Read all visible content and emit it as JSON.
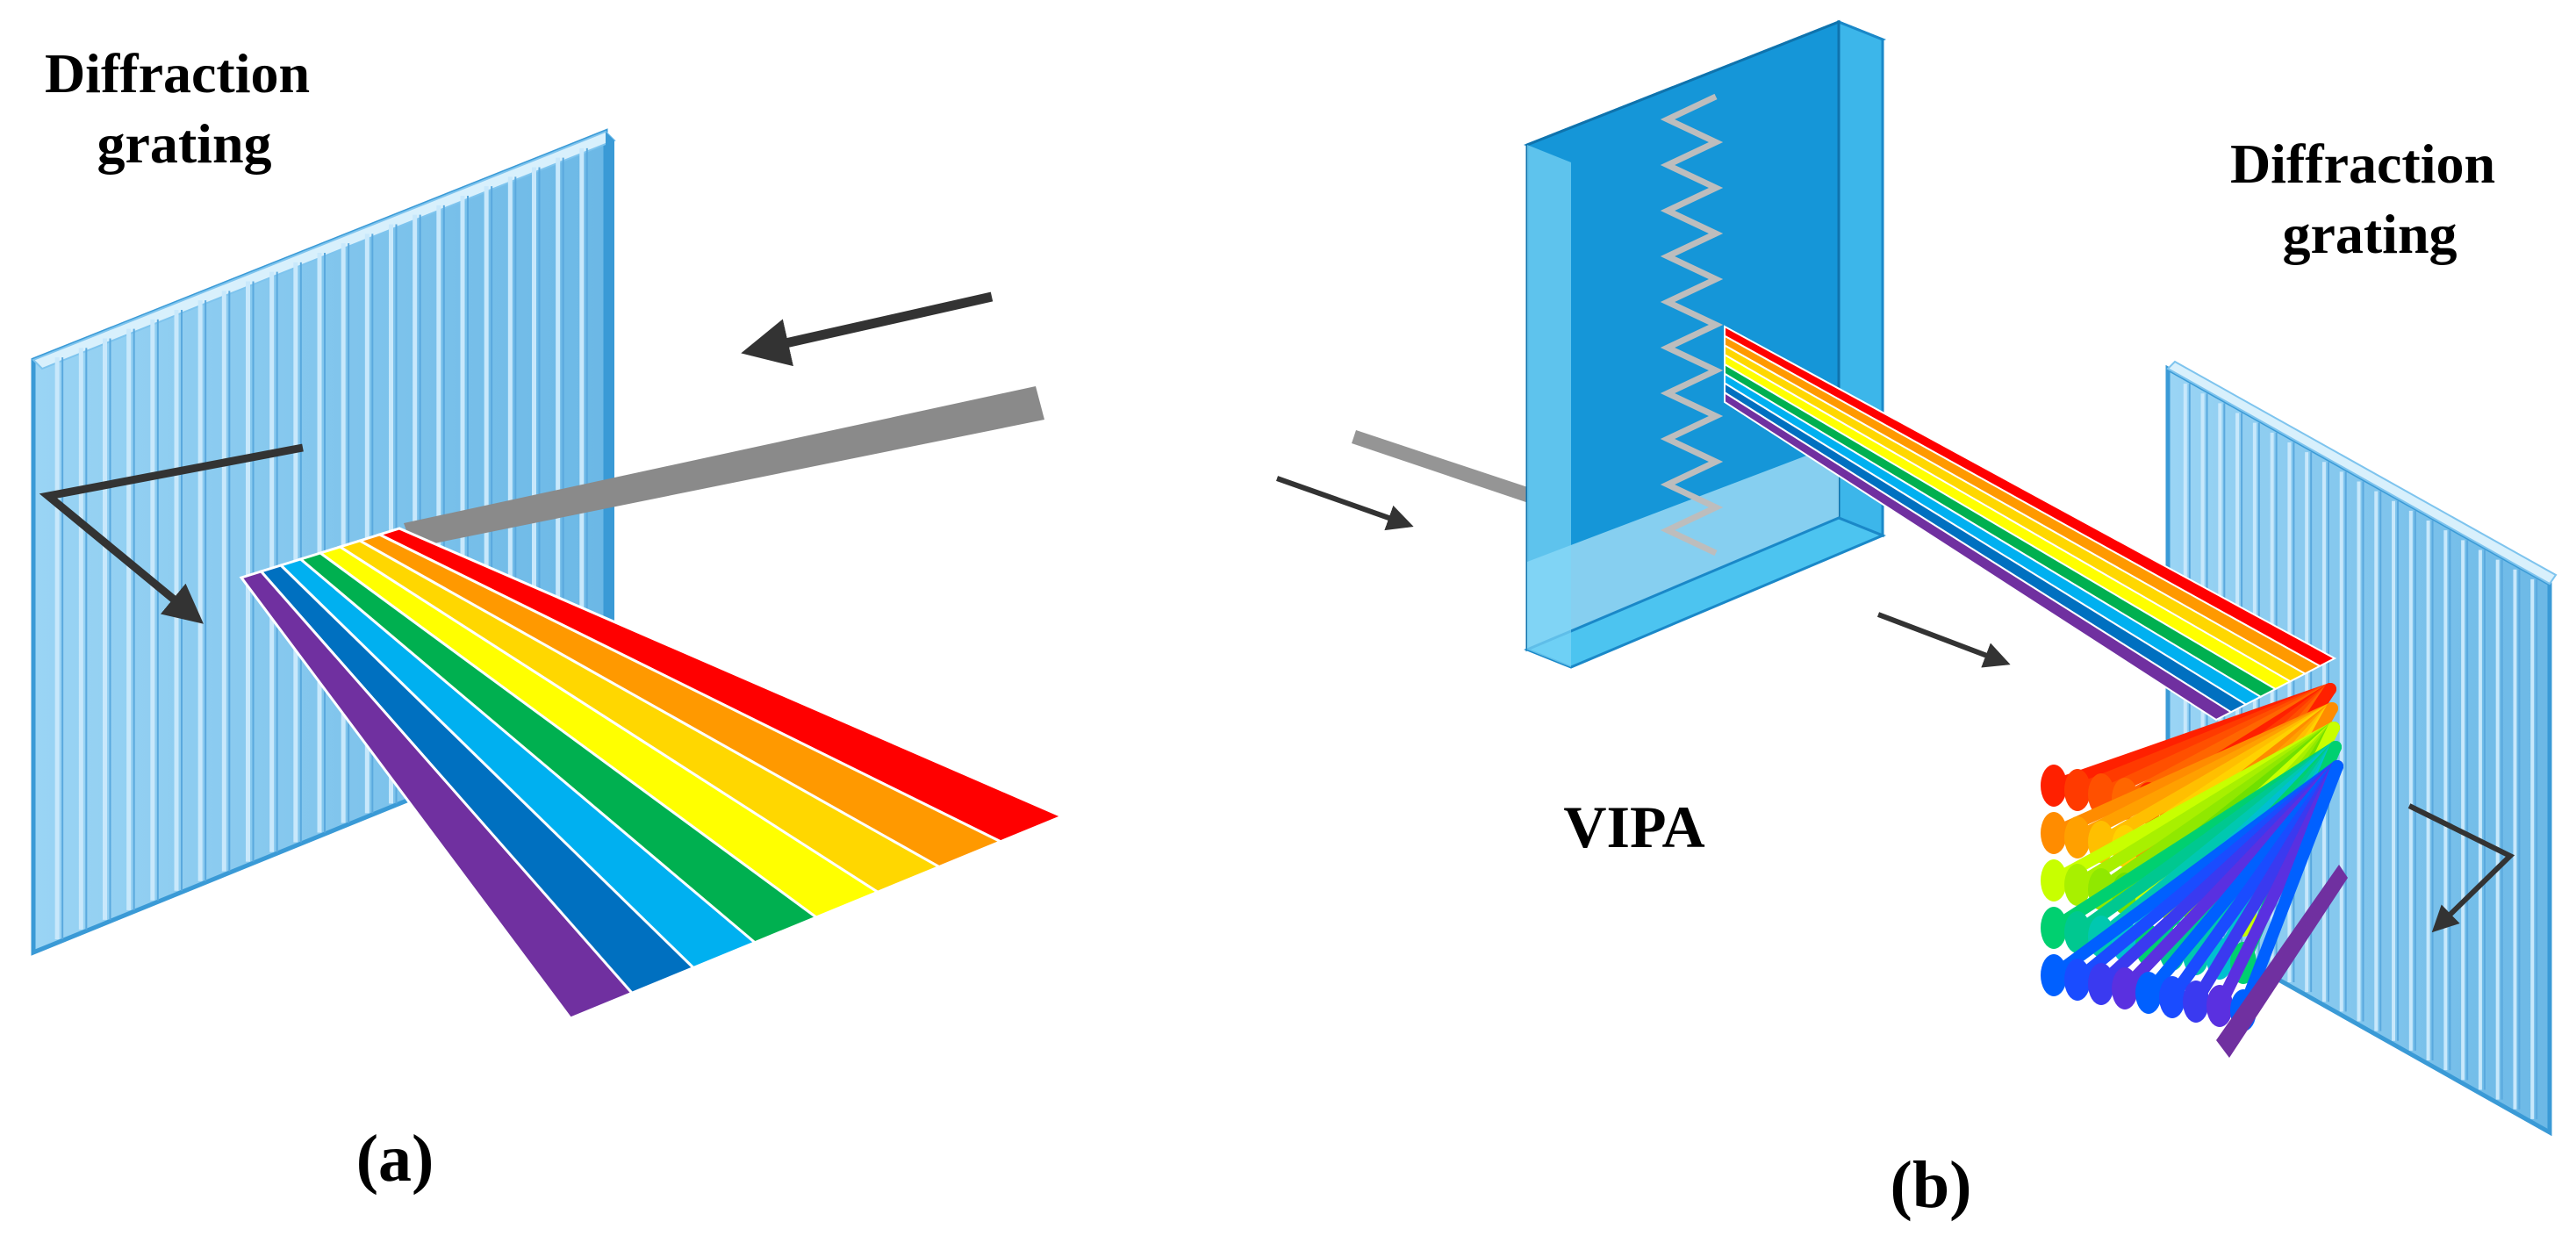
{
  "panel_a": {
    "grating_label": "Diffraction\ngrating",
    "caption": "(a)"
  },
  "panel_b": {
    "vipa_label": "VIPA",
    "grating_label": "Diffraction\ngrating",
    "caption": "(b)"
  },
  "colors": {
    "grating_face": "#7ec4ee",
    "grating_edge": "#3a9ad6",
    "grating_ridge": "#b8e0f8",
    "vipa_front": "#1596d8",
    "vipa_side": "#3cb6ea",
    "vipa_top": "#6fd0f5",
    "beam_gray": "#8a8a8a",
    "arrow": "#333333",
    "spectrum": [
      "#ff0000",
      "#ff9900",
      "#ffd700",
      "#ffff00",
      "#00b050",
      "#00b0f0",
      "#0070c0",
      "#7030a0"
    ]
  }
}
